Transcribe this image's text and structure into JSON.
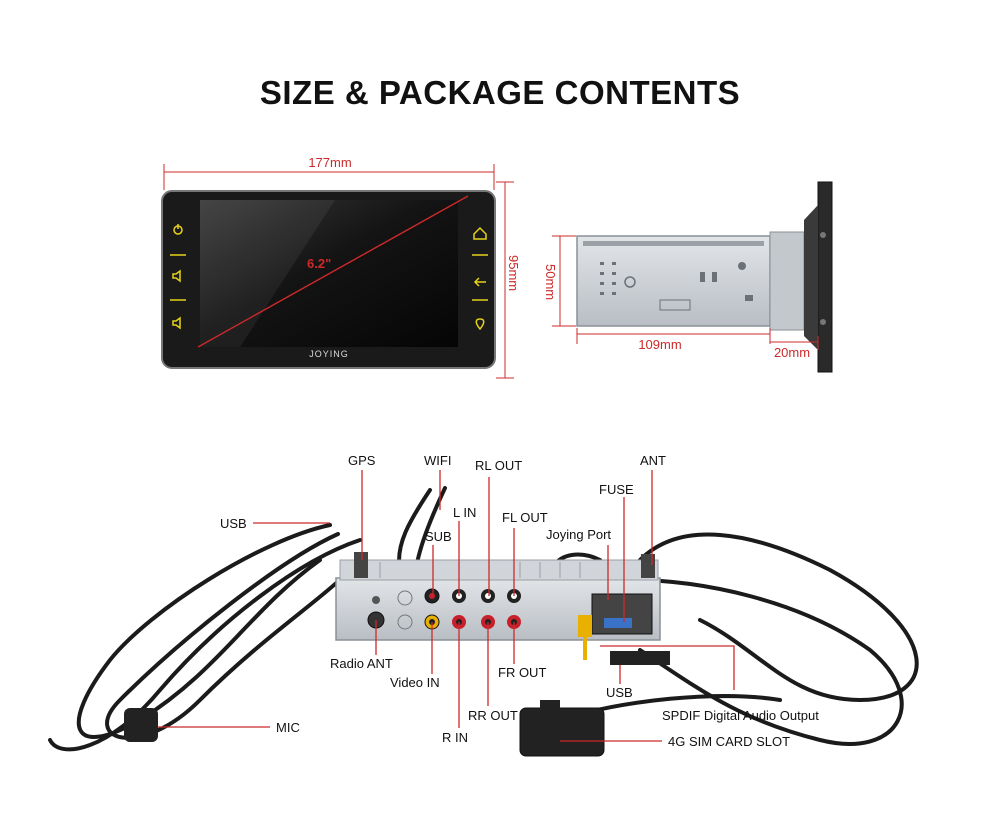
{
  "title": "SIZE & PACKAGE CONTENTS",
  "brand": "JOYING",
  "dimensions": {
    "width": "177mm",
    "height": "95mm",
    "screen": "6.2\"",
    "depth_height": "50mm",
    "body_depth": "109mm",
    "panel_depth": "20mm"
  },
  "labels": {
    "usb_top": "USB",
    "gps": "GPS",
    "wifi": "WIFI",
    "rl_out": "RL OUT",
    "l_in": "L IN",
    "fl_out": "FL OUT",
    "sub": "SUB",
    "joying_port": "Joying Port",
    "fuse": "FUSE",
    "ant": "ANT",
    "radio_ant": "Radio ANT",
    "video_in": "Video IN",
    "fr_out": "FR OUT",
    "usb_bottom": "USB",
    "rr_out": "RR OUT",
    "r_in": "R IN",
    "mic": "MIC",
    "spdif": "SPDIF Digital Audio Output",
    "sim": "4G SIM CARD SLOT"
  },
  "colors": {
    "accent": "#cc2a2a",
    "button_yellow": "#e6d21a",
    "rca_red": "#c8202a",
    "rca_yellow": "#e8b000"
  }
}
